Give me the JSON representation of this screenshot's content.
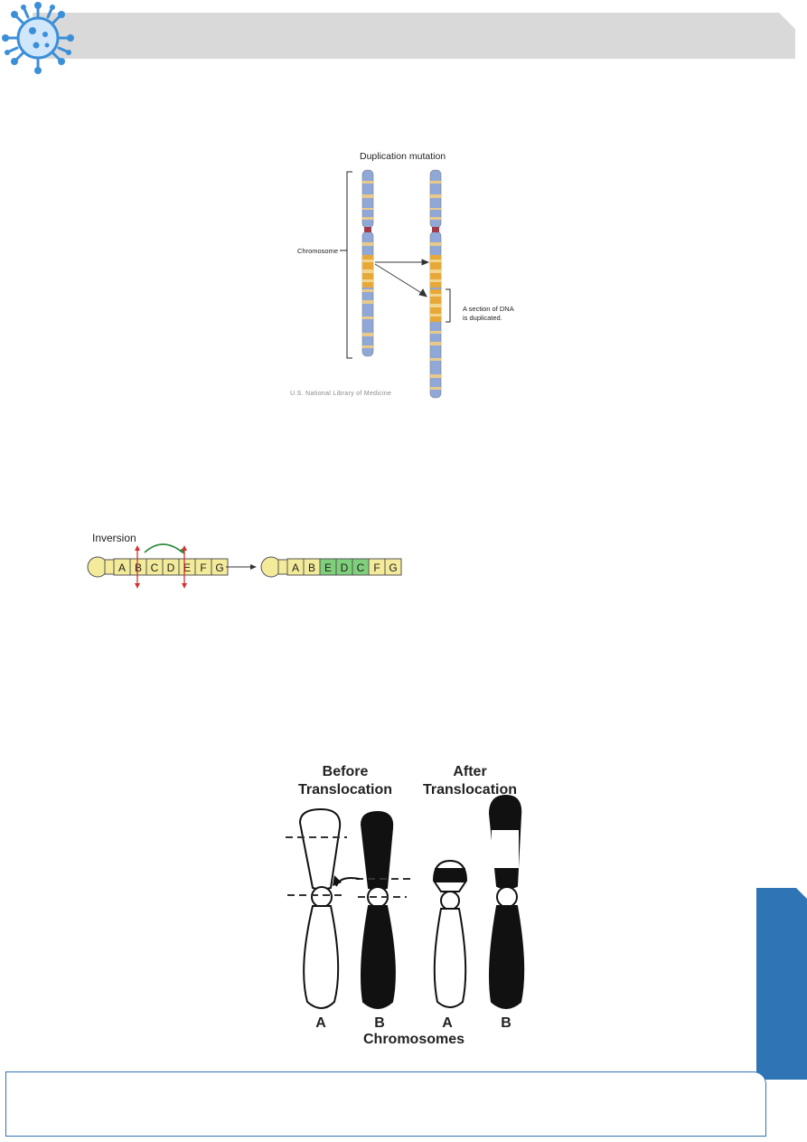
{
  "page": {
    "header_icon": "virus-icon",
    "side_tab_color": "#2f74b5",
    "header_color": "#d9d9d9"
  },
  "duplication": {
    "title": "Duplication mutation",
    "chromosome_label": "Chromosome",
    "note_line1": "A section of DNA",
    "note_line2": "is duplicated.",
    "credit": "U.S. National Library of Medicine"
  },
  "inversion": {
    "title": "Inversion",
    "before": [
      "A",
      "B",
      "C",
      "D",
      "E",
      "F",
      "G"
    ],
    "after": [
      "A",
      "B",
      "E",
      "D",
      "C",
      "F",
      "G"
    ]
  },
  "translocation": {
    "before_l1": "Before",
    "before_l2": "Translocation",
    "after_l1": "After",
    "after_l2": "Translocation",
    "labels": [
      "A",
      "B",
      "A",
      "B"
    ],
    "footer": "Chromosomes"
  },
  "bottom_box_text": ""
}
